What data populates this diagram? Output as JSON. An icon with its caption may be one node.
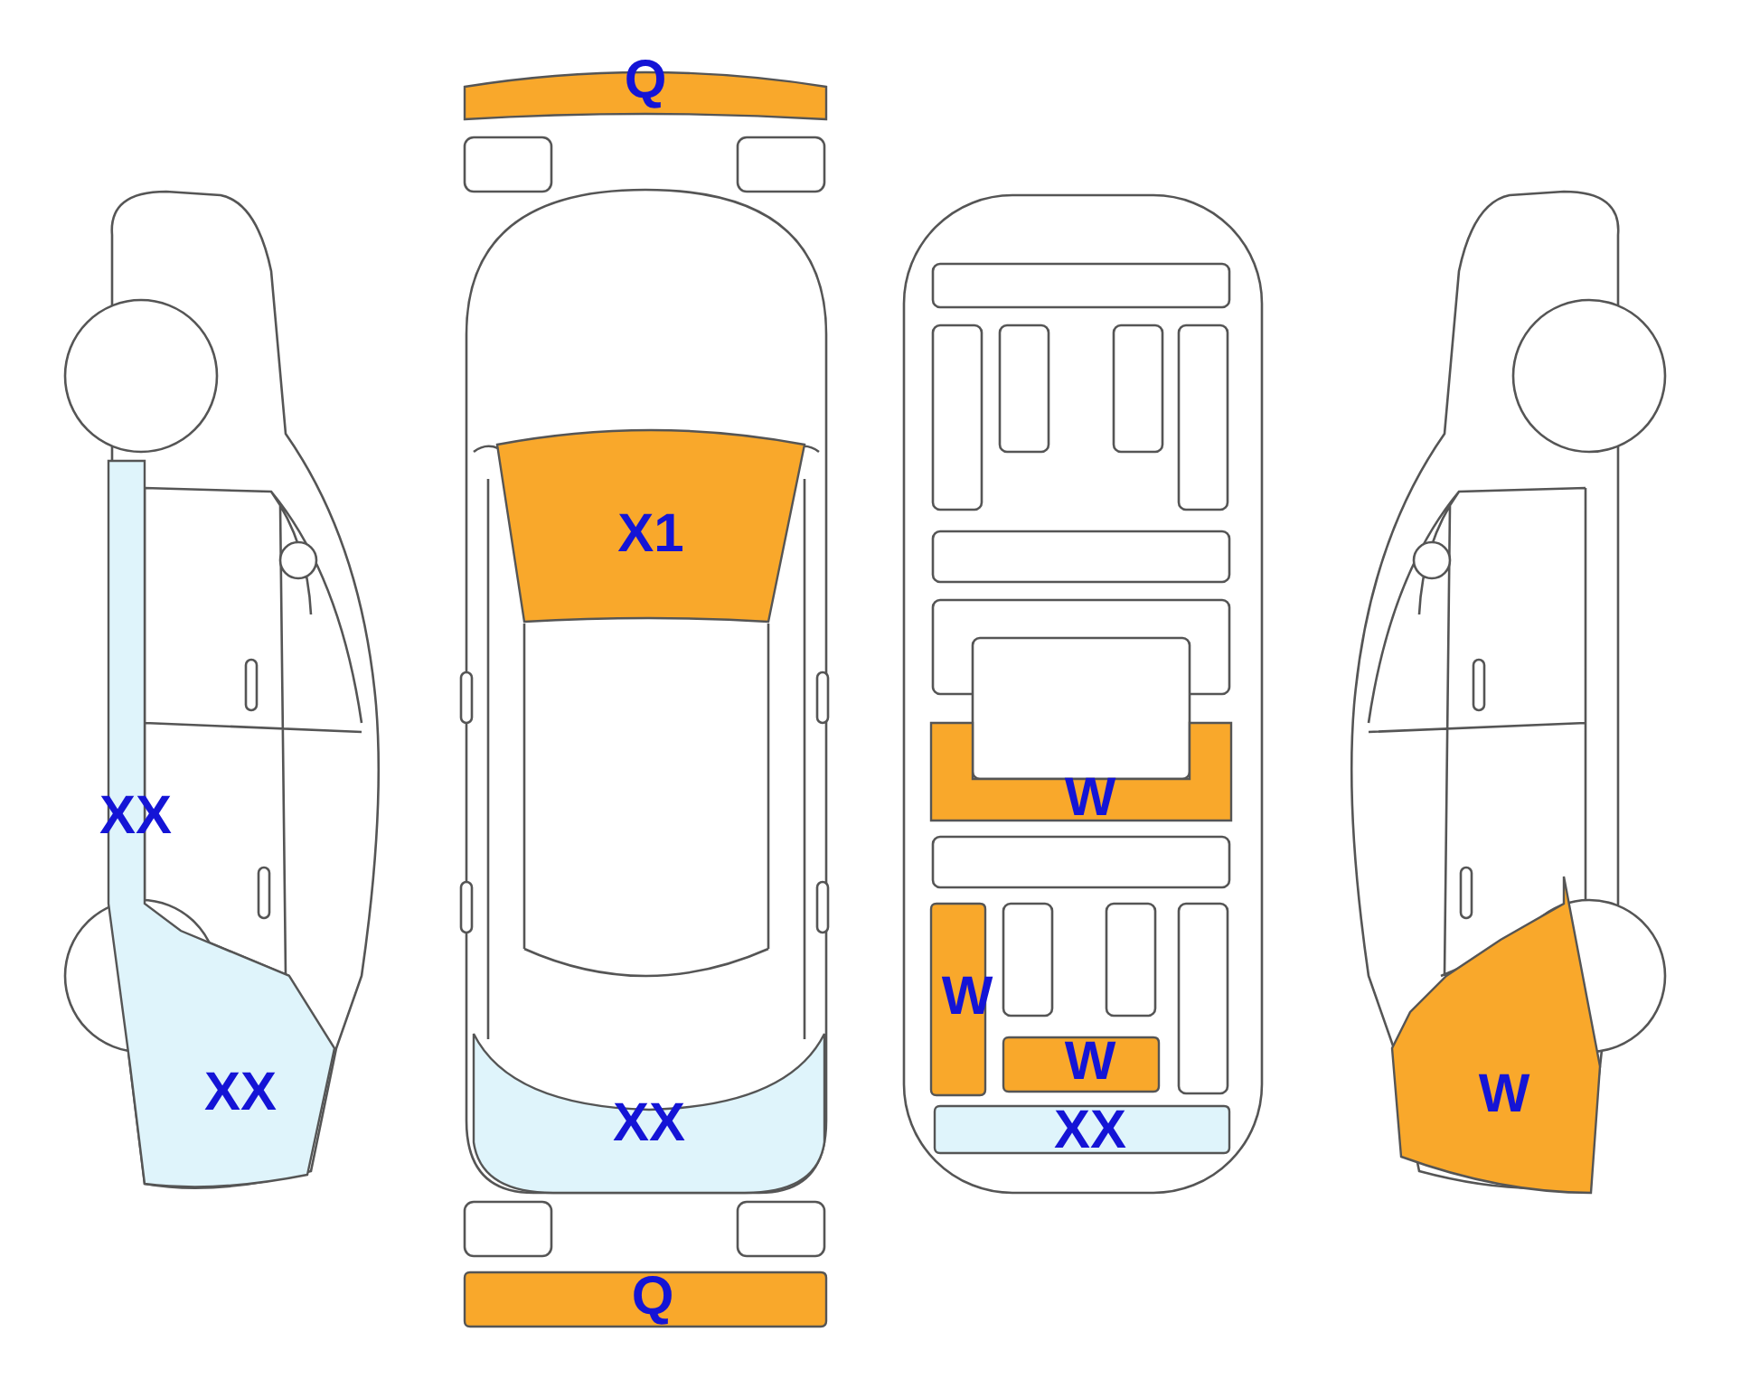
{
  "diagram": {
    "nodes": [
      {
        "text": [
          "Q"
        ]
      },
      {
        "text": [
          "X1"
        ]
      },
      {
        "text": [
          "XX",
          "XX"
        ]
      },
      {
        "text": [
          "W"
        ]
      },
      {
        "text": [
          "W"
        ]
      },
      {
        "text": [
          "W"
        ]
      },
      {
        "text": [
          "W"
        ]
      },
      {
        "text": [
          "XX"
        ]
      },
      {
        "text": [
          "XX"
        ]
      },
      {
        "text": [
          "Q"
        ]
      }
    ]
  }
}
